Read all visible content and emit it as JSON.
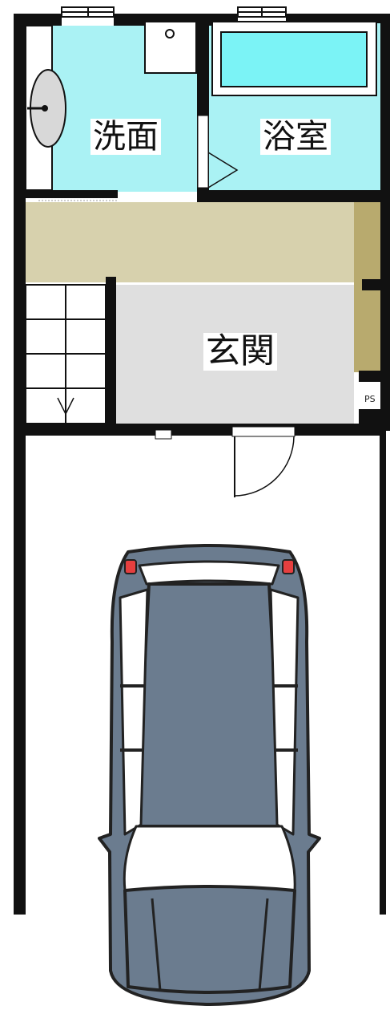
{
  "rooms": {
    "washroom": {
      "label": "洗面",
      "fill": "#aaf2f4"
    },
    "bathroom": {
      "label": "浴室",
      "fill": "#aaf2f4"
    },
    "entrance": {
      "label": "玄関",
      "fill": "#dfdfdf"
    },
    "hallway": {
      "fill": "#d7d1ad"
    },
    "storage": {
      "fill": "#b8aa6e"
    }
  },
  "bathtub_fill": "#7bf3f6",
  "ps_label": "PS",
  "colors": {
    "wall": "#111111",
    "car_body": "#6b7c8f",
    "car_outline": "#222222",
    "tail_light": "#e63f3f"
  }
}
